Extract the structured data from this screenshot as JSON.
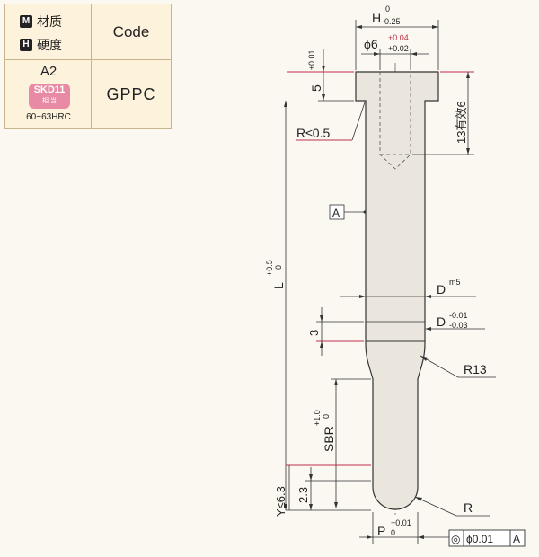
{
  "table": {
    "material_label": "材质",
    "hardness_label": "硬度",
    "m_icon": "M",
    "h_icon": "H",
    "code_header": "Code",
    "material": "A2",
    "equivalent_main": "SKD11",
    "equivalent_sub": "相 当",
    "hardness": "60~63HRC",
    "code": "GPPC"
  },
  "dims": {
    "h_label": "H",
    "h_tol_upper": "0",
    "h_tol_lower": "-0.25",
    "phi6_label": "ϕ6",
    "phi6_tol_upper": "+0.04",
    "phi6_tol_lower": "+0.02",
    "head_thk_label": "5",
    "head_thk_tol": "±0.01",
    "depth_label": "13有效6",
    "radius_head": "R≤0.5",
    "datum": "A",
    "length_label": "L",
    "length_tol_upper": "+0.5",
    "length_tol_lower": "0",
    "d_fit_label": "D",
    "d_fit_tol": "m5",
    "d2_label": "D",
    "d2_tol_upper": "-0.01",
    "d2_tol_lower": "-0.03",
    "step_label": "3",
    "r13": "R13",
    "sbr_label": "SBR",
    "sbr_tol_upper": "+1.0",
    "sbr_tol_lower": "0",
    "y_label": "Y≤6.3",
    "tip_label": "2.3",
    "r_tip": "R",
    "p_label": "P",
    "p_tol_upper": "+0.01",
    "p_tol_lower": "0",
    "concentricity_symbol": "◎",
    "concentricity_value": "ϕ0.01",
    "concentricity_datum": "A"
  }
}
